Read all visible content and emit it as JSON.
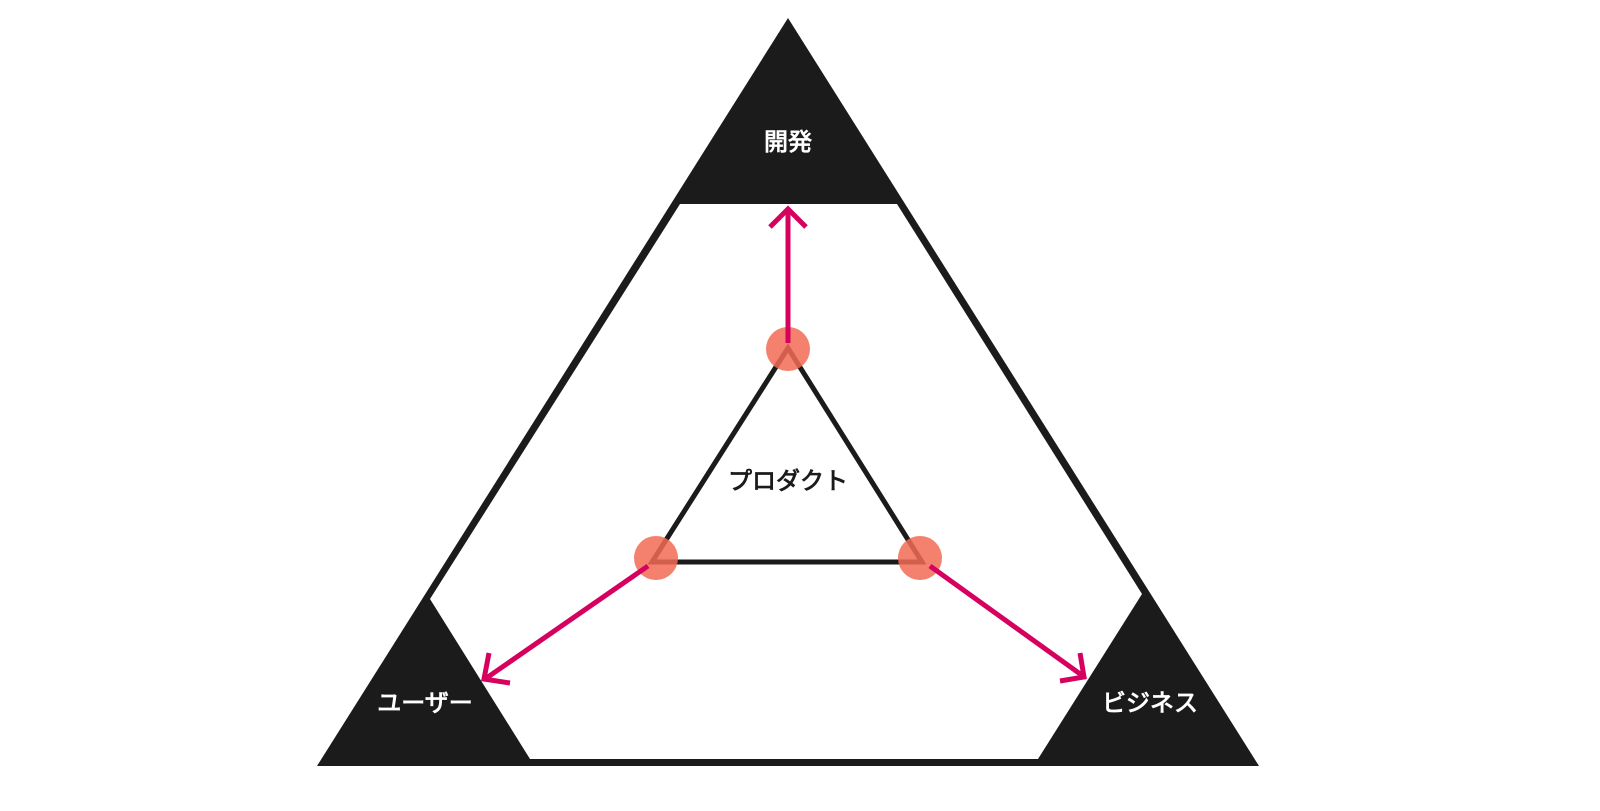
{
  "labels": {
    "top": "開発",
    "left": "ユーザー",
    "right": "ビジネス",
    "center": "プロダクト"
  },
  "colors": {
    "frame": "#1b1b1b",
    "arrow": "#d6005f",
    "node": "#f26a55"
  }
}
